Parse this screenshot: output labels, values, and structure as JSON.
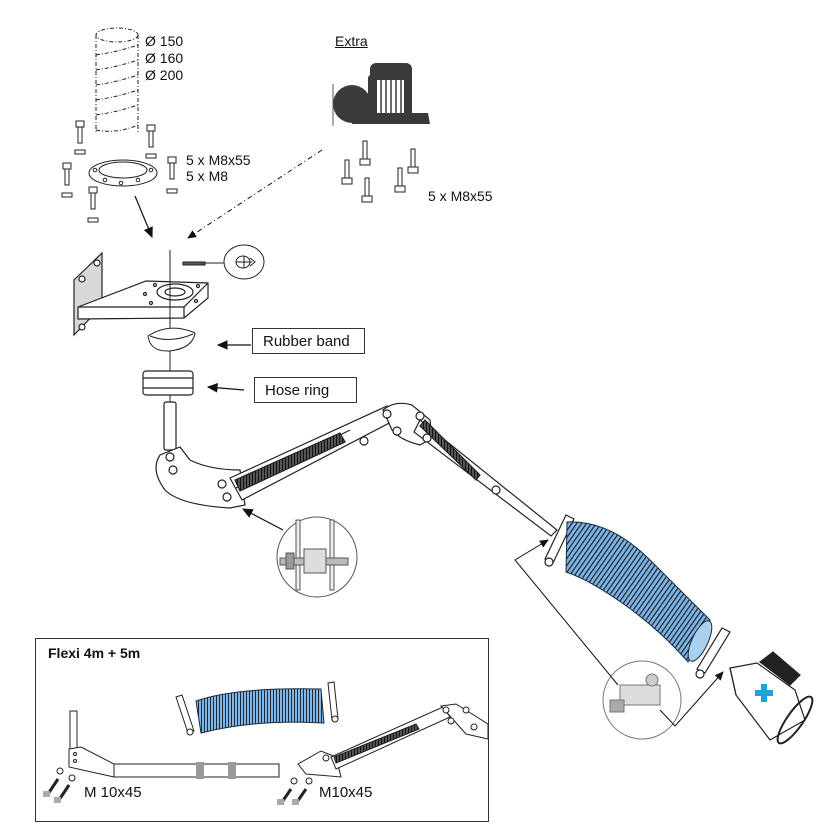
{
  "diagram": {
    "duct_diameters": [
      "Ø 150",
      "Ø 160",
      "Ø 200"
    ],
    "flange_fasteners": [
      "5 x M8x55",
      "5 x M8"
    ],
    "extra": {
      "heading": "Extra",
      "fan_icon": "fan-motor-icon",
      "fasteners": "5 x M8x55"
    },
    "callouts": {
      "rubber_band": "Rubber band",
      "hose_ring": "Hose ring"
    },
    "inset": {
      "title": "Flexi 4m + 5m",
      "left_fasteners": "M 10x45",
      "right_fasteners": "M10x45"
    },
    "colors": {
      "hose_blue": "#7fb6e6",
      "hood_cross": "#1ea3d8",
      "fan_dark": "#3a3a3a"
    }
  }
}
